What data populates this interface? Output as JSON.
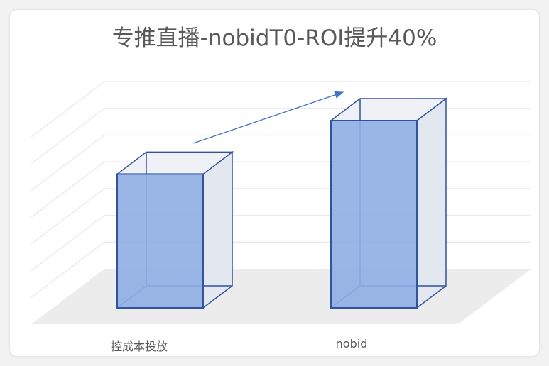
{
  "chart_data": {
    "type": "bar",
    "style": "3d-clustered-column",
    "title": "专推直播-nobidT0-ROI提升40%",
    "categories": [
      "控成本投放",
      "nobid"
    ],
    "values": [
      1.0,
      1.4
    ],
    "ylim": [
      0,
      1.4
    ],
    "grid": true,
    "grid_step": 0.2,
    "bar_color": "#8eaee3",
    "bar_edge_color": "#2f54a0",
    "annotation": {
      "type": "arrow",
      "from": "控成本投放",
      "to": "nobid",
      "color": "#4472c4"
    }
  }
}
